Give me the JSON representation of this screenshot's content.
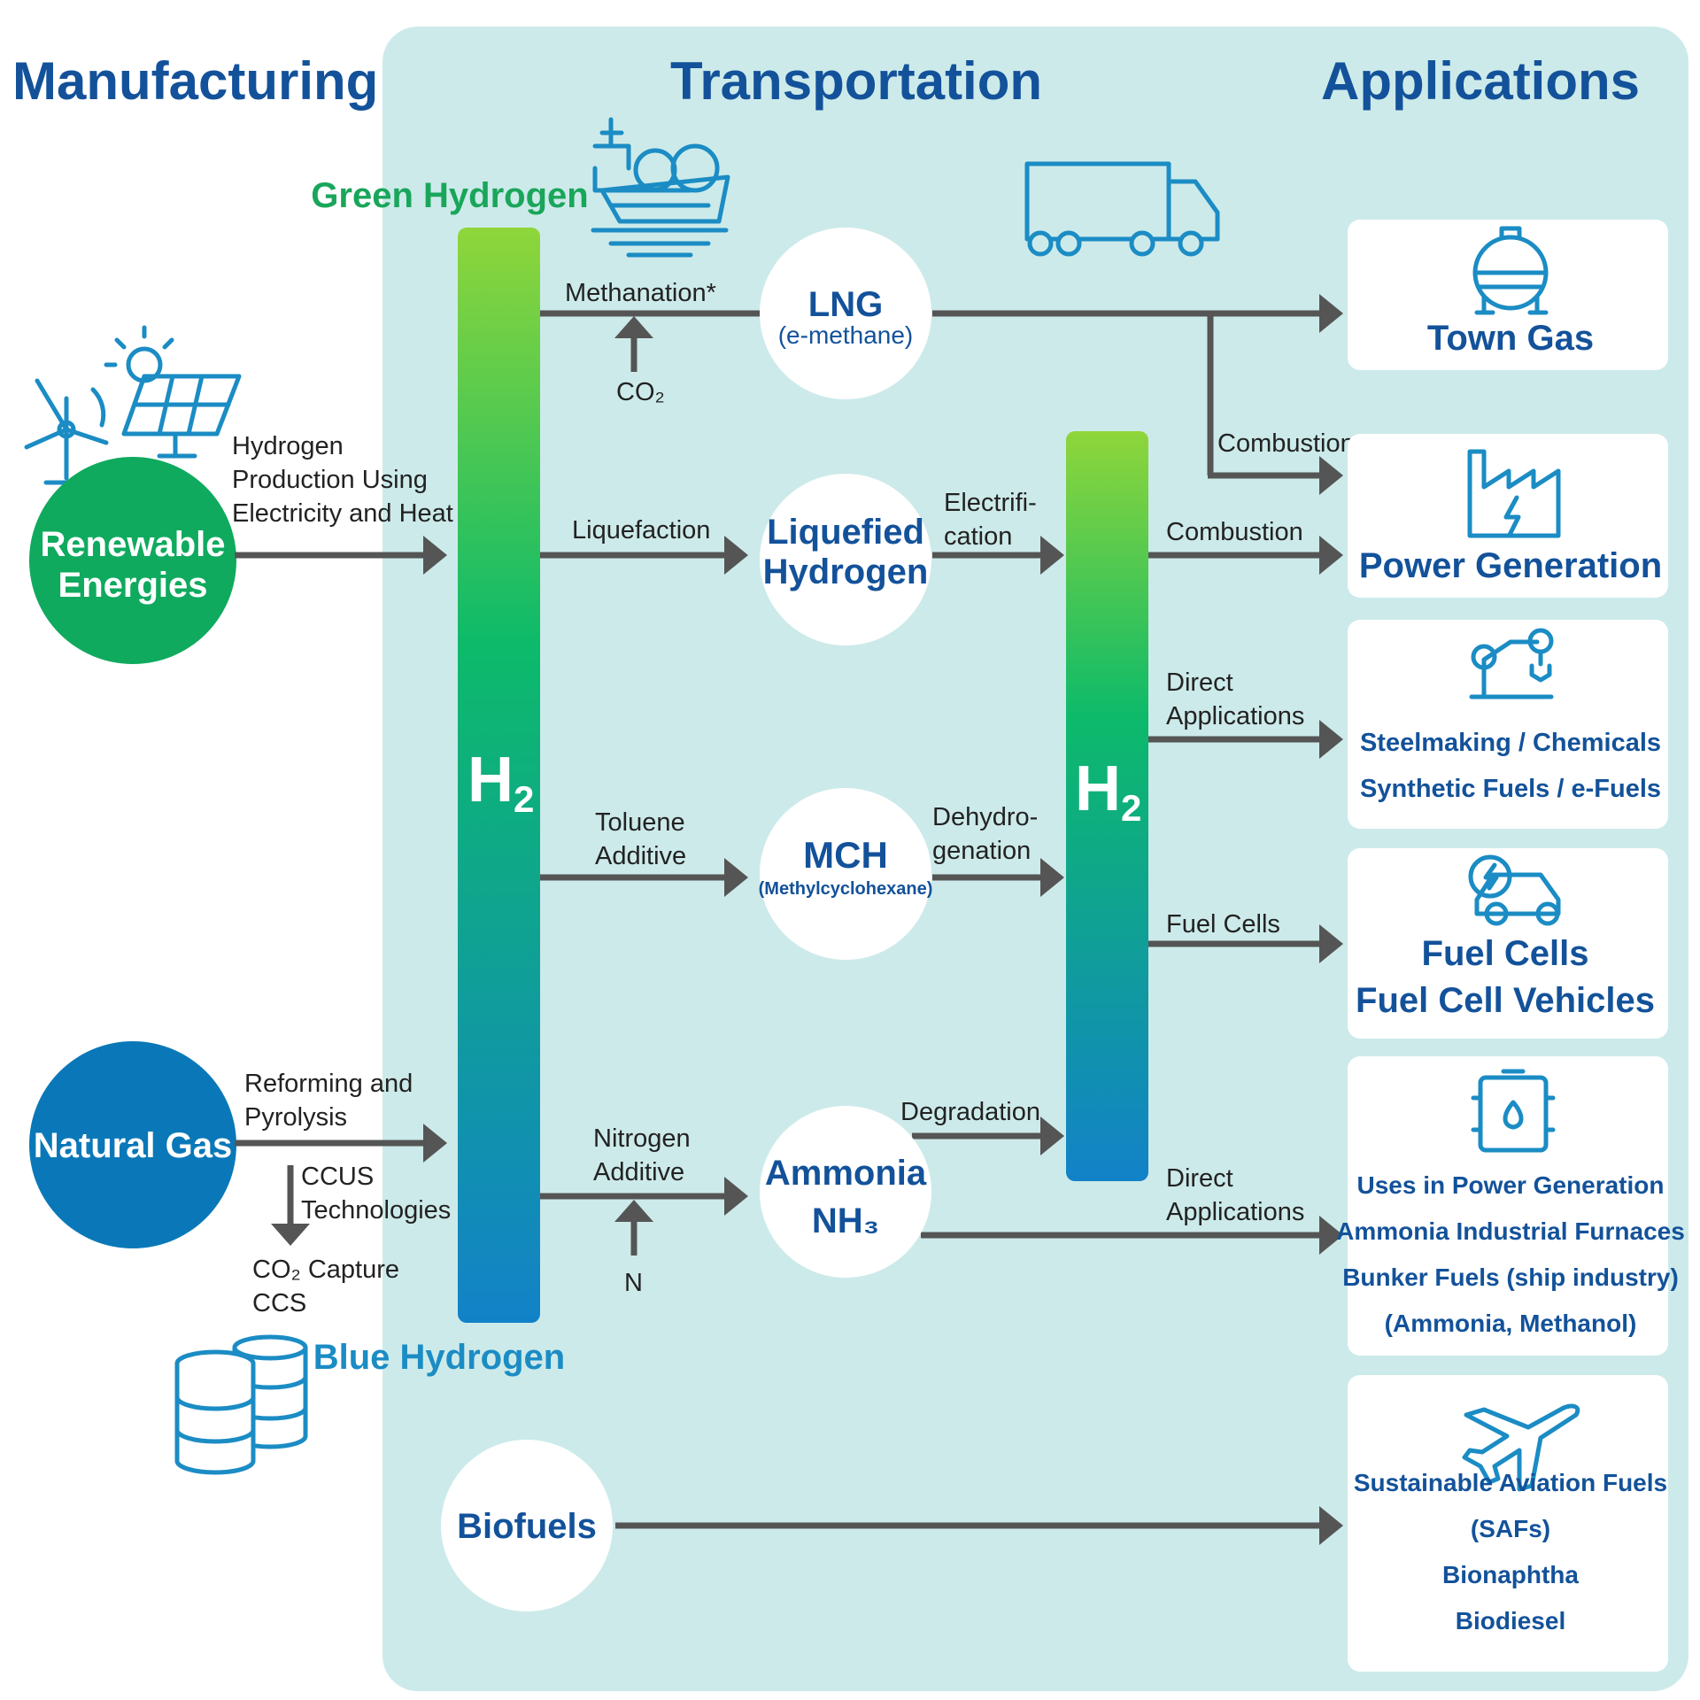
{
  "sections": {
    "manufacturing": "Manufacturing",
    "transportation": "Transportation",
    "applications": "Applications"
  },
  "sources": {
    "green_hydrogen": "Green Hydrogen",
    "blue_hydrogen": "Blue Hydrogen",
    "renewable": [
      "Renewable",
      "Energies"
    ],
    "natural_gas": "Natural Gas"
  },
  "processes": {
    "hydrogen_production": [
      "Hydrogen",
      "Production Using",
      "Electricity and Heat"
    ],
    "reforming": [
      "Reforming and",
      "Pyrolysis"
    ],
    "ccus": [
      "CCUS",
      "Technologies"
    ],
    "co2_capture": [
      "CO₂ Capture",
      "CCS"
    ]
  },
  "h2_left": {
    "main": "H",
    "sub": "2"
  },
  "h2_right": {
    "main": "H",
    "sub": "2"
  },
  "carriers": {
    "lng": [
      "LNG",
      "(e-methane)"
    ],
    "liquefied_hydrogen": [
      "Liquefied",
      "Hydrogen"
    ],
    "mch": [
      "MCH",
      "(Methylcyclohexane)"
    ],
    "ammonia": [
      "Ammonia",
      "NH₃"
    ],
    "biofuels": "Biofuels"
  },
  "arrow_labels": {
    "methanation": "Methanation*",
    "co2": "CO₂",
    "liquefaction": "Liquefaction",
    "toluene": [
      "Toluene",
      "Additive"
    ],
    "nitrogen": [
      "Nitrogen",
      "Additive"
    ],
    "n": "N",
    "electrification": [
      "Electrifi-",
      "cation"
    ],
    "dehydrogenation": [
      "Dehydro-",
      "genation"
    ],
    "degradation": "Degradation",
    "combustion_top": "Combustion",
    "combustion": "Combustion",
    "direct_applications_1": [
      "Direct",
      "Applications"
    ],
    "fuel_cells": "Fuel Cells",
    "direct_applications_2": [
      "Direct",
      "Applications"
    ]
  },
  "applications": {
    "town_gas": "Town Gas",
    "power_generation": "Power Generation",
    "steel": [
      "Steelmaking / Chemicals",
      "Synthetic Fuels / e-Fuels"
    ],
    "fuel_cells": [
      "Fuel Cells",
      "Fuel Cell Vehicles"
    ],
    "ammonia_uses": [
      "Uses in Power Generation",
      "Ammonia Industrial Furnaces",
      "Bunker Fuels (ship industry)",
      "(Ammonia, Methanol)"
    ],
    "aviation": [
      "Sustainable Aviation Fuels",
      "(SAFs)",
      "Bionaphtha",
      "Biodiesel"
    ]
  },
  "icons": [
    "wind-turbine-icon",
    "solar-panel-icon",
    "ship-icon",
    "truck-icon",
    "gas-tank-icon",
    "factory-icon",
    "robot-arm-icon",
    "fuel-cell-car-icon",
    "fuel-drum-icon",
    "airplane-icon",
    "storage-barrels-icon"
  ],
  "colors": {
    "background_panel": "#cdeaea",
    "heading": "#13529a",
    "green": "#19a65a",
    "renewable_circle": "#0faa5e",
    "natural_gas_circle": "#0a78b8",
    "bar_top": "#8fd63a",
    "bar_mid": "#0dba6a",
    "bar_bottom": "#1282c8",
    "arrow": "#555555",
    "icon": "#1b8cc4"
  }
}
